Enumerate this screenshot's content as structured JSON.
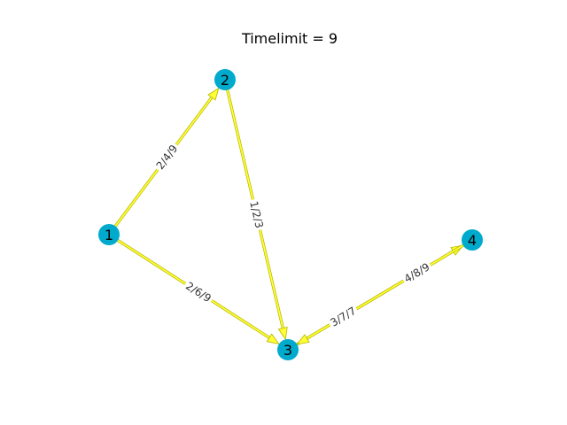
{
  "title": "Timelimit = 9",
  "colors": {
    "node": "#00AACC",
    "edge": "#FFFF33",
    "edge_outline": "#B5B500",
    "label_bg": "#ffffff"
  },
  "nodes": [
    {
      "id": "1",
      "label": "1"
    },
    {
      "id": "2",
      "label": "2"
    },
    {
      "id": "3",
      "label": "3"
    },
    {
      "id": "4",
      "label": "4"
    }
  ],
  "edges": [
    {
      "source": "1",
      "target": "2",
      "label": "2/4/9"
    },
    {
      "source": "2",
      "target": "3",
      "label": "1/2/3"
    },
    {
      "source": "1",
      "target": "3",
      "label": "2/6/9"
    },
    {
      "source": "3",
      "target": "4",
      "label": "3/7/7",
      "bidirectional": true
    },
    {
      "source": "4",
      "target": "3",
      "label": "4/8/9",
      "bidirectional": true
    }
  ]
}
